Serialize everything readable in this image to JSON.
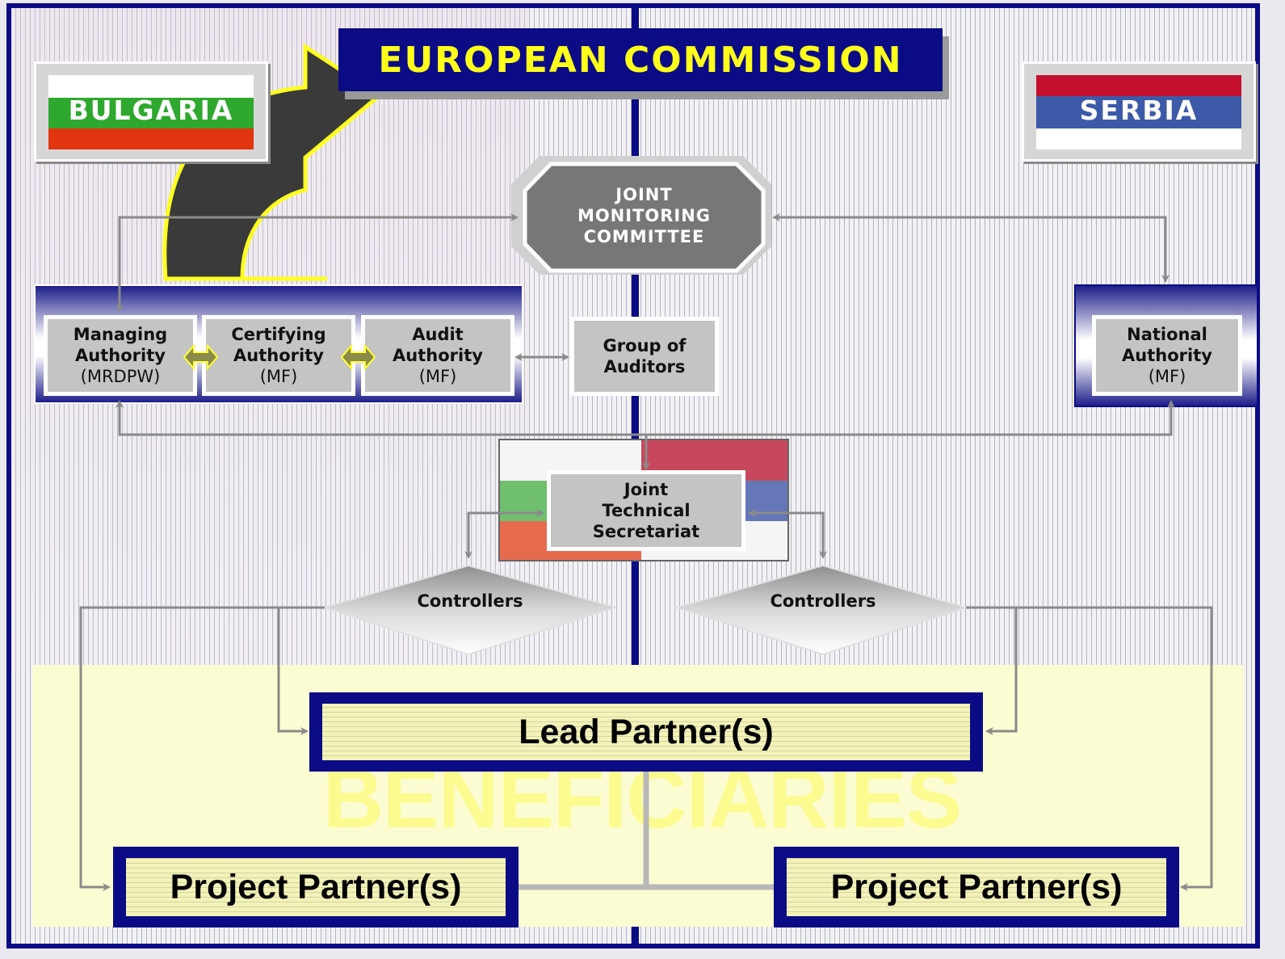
{
  "header": {
    "title": "EUROPEAN COMMISSION"
  },
  "flags": {
    "bulgaria": {
      "label": "BULGARIA",
      "colors": [
        "#ffffff",
        "#2ea82e",
        "#e2350f"
      ]
    },
    "serbia": {
      "label": "SERBIA",
      "colors": [
        "#c4102e",
        "#3c5aa8",
        "#ffffff"
      ]
    }
  },
  "nodes": {
    "jmc": {
      "line1": "JOINT",
      "line2": "MONITORING",
      "line3": "COMMITTEE"
    },
    "managing": {
      "line1": "Managing",
      "line2": "Authority",
      "sub": "(MRDPW)"
    },
    "certifying": {
      "line1": "Certifying",
      "line2": "Authority",
      "sub": "(MF)"
    },
    "audit": {
      "line1": "Audit",
      "line2": "Authority",
      "sub": "(MF)"
    },
    "group_auditors": {
      "line1": "Group of",
      "line2": "Auditors"
    },
    "national": {
      "line1": "National",
      "line2": "Authority",
      "sub": "(MF)"
    },
    "jts": {
      "line1": "Joint",
      "line2": "Technical",
      "line3": "Secretariat"
    },
    "controllers_left": {
      "label": "Controllers"
    },
    "controllers_right": {
      "label": "Controllers"
    }
  },
  "beneficiaries": {
    "watermark": "BENEFICIARIES",
    "lead": "Lead Partner(s)",
    "project_left": "Project Partner(s)",
    "project_right": "Project Partner(s)"
  },
  "colors": {
    "navy": "#0b0b86",
    "yellow": "#ffff1a",
    "box_gray": "#c4c4c4",
    "arrow_gray": "#8a8a8a"
  }
}
